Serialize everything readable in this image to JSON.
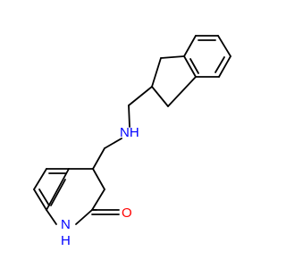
{
  "molecule": {
    "atoms": {
      "nh_amine": "NH",
      "nh_lactam_n": "N",
      "nh_lactam_h": "H",
      "carbonyl_o": "O"
    },
    "colors": {
      "bond": "#000000",
      "nitrogen": "#0000ff",
      "oxygen": "#ff0000"
    }
  }
}
